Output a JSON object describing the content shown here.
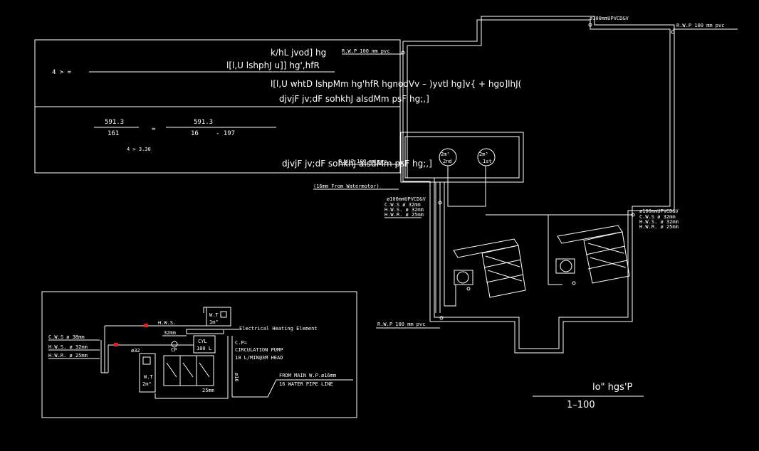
{
  "calc": {
    "lhs": "4 > =",
    "num1": "591.3",
    "den1": "161",
    "eq": "=",
    "num2": "591.3",
    "den2a": "16",
    "den2b": "- 197",
    "result": "4 > 3.30"
  },
  "notes": {
    "line1": "k/hL jvod] hg",
    "line2": "l[l,U lshphJ u]] hg',hfR",
    "line3": "l[l,U whtD lshpMm hg'hfR hgnodVv –  )yvtl hg]v{   +   hgo]lhJ(",
    "line4": "djvjF jv;dF sohkhJ alsdMm psF hg;,]",
    "line5": "djvjF jv;dF sohkhJ alsdMm psF hg;,]"
  },
  "plan": {
    "rwp_label_top_left": "R.W.P 100 mm pvc",
    "rwp_label_top_right": "R.W.P 100 mm pvc",
    "rwp_label_mid": "R.W.P 100 mm pvc",
    "rwp_label_bottom": "R.W.P 100 mm pvc",
    "pvc_top": "ø100mmUPVCD&V",
    "pvc_left": "ø100mmUPVCD&V",
    "pvc_right": "ø100mmUPVCD&V",
    "left_pipes": [
      "C.W.S ø 32mm",
      "H.W.S. ø 32mm",
      "H.W.R. ø 25mm"
    ],
    "right_pipes": [
      "C.W.S ø 32mm",
      "H.W.S. ø 32mm",
      "H.W.R. ø 25mm"
    ],
    "from_watermotor": "(16mm From Watermotor)",
    "tank1": "2m³",
    "tank1_sub": "2nd",
    "tank2": "2m³",
    "tank2_sub": "1st",
    "title_mirrored": "lo\" hgs'P",
    "scale_mirrored": "1–100"
  },
  "schematic": {
    "cws": "C.W.S ø 38mm",
    "hws": "H.W.S. ø 32mm",
    "hwr": "H.W.R. ø 25mm",
    "hws_top": "H.W.S.",
    "wt_small_1": "W.T",
    "wt_small_2": "1m³",
    "pipe_32": "32mm",
    "cp": "CP",
    "cyl_1": "CYL",
    "cyl_2": "100 L",
    "pipe_32b": "ø32",
    "wt_big_1": "W.T",
    "wt_big_2": "2m³",
    "pipe_25": "25mm",
    "heating": "Electrical Heating Element",
    "cp_1": "C.P=",
    "cp_2": "CIRCULATION PUMP",
    "cp_3": "10 L/MIN@3M HEAD",
    "from_main": "FROM MAIN W.P.ø16mm",
    "water_line": "16 WATER PIPE LINE",
    "vert_label": "ø16"
  },
  "colors": {
    "background": "#000000",
    "lines": "#ffffff",
    "valve": "#e02020"
  }
}
